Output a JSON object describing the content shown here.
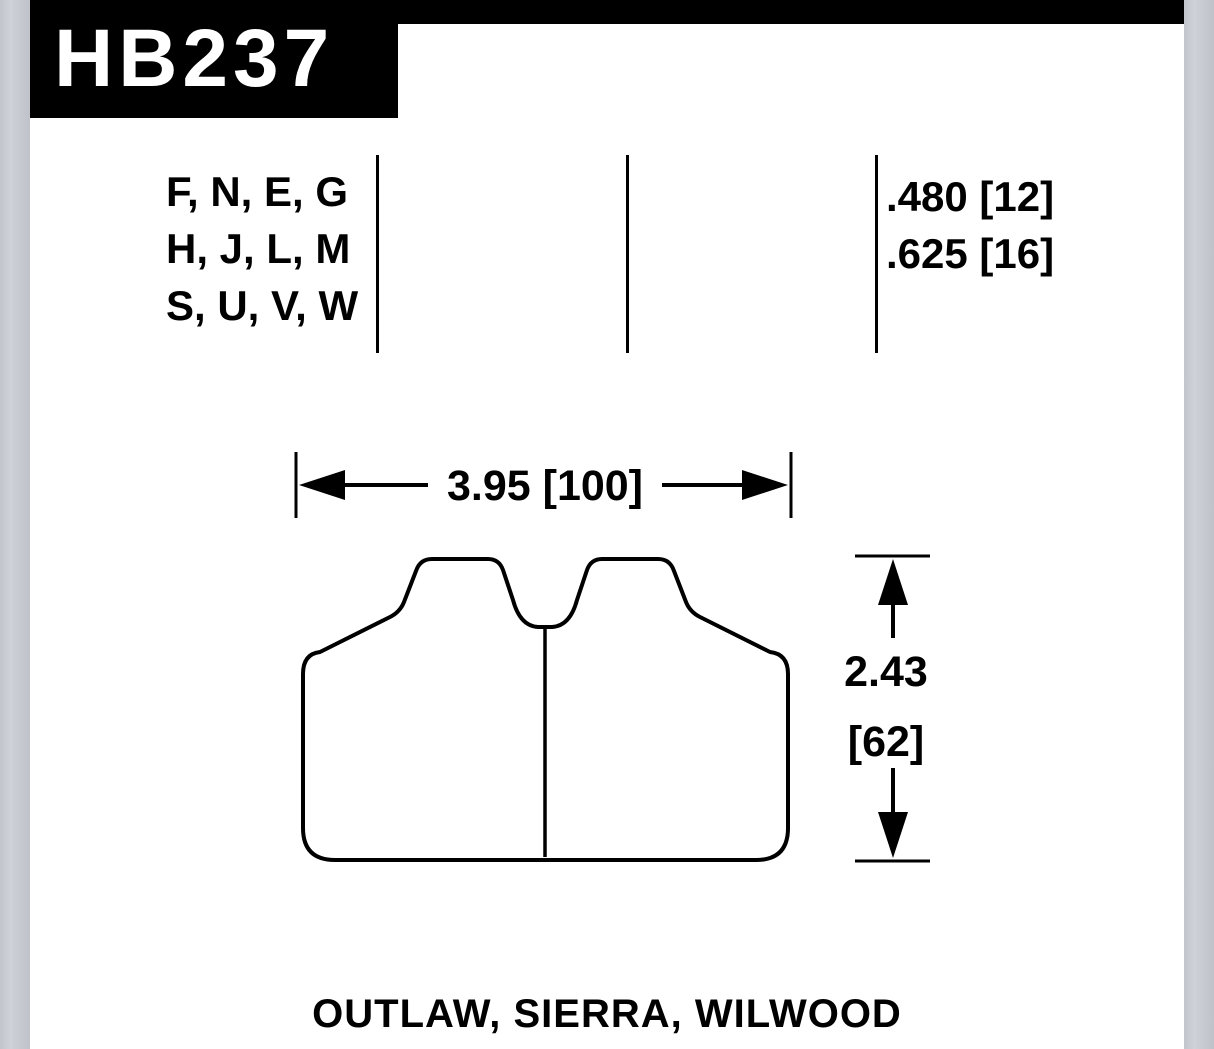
{
  "part": {
    "number": "HB237"
  },
  "compound_letters": {
    "line1": "F, N, E, G",
    "line2": "H, J, L, M",
    "line3": "S, U, V, W"
  },
  "pad_thickness": {
    "value1": ".480 [12]",
    "value2": ".625 [16]"
  },
  "dimensions": {
    "width": "3.95 [100]",
    "height_in": "2.43",
    "height_mm": "[62]"
  },
  "caption": {
    "applications": "OUTLAW, SIERRA, WILWOOD"
  },
  "colors": {
    "ink": "#000000",
    "paper": "#ffffff",
    "edge_strip": "#c9cdd3",
    "header_bar": "#000000"
  }
}
